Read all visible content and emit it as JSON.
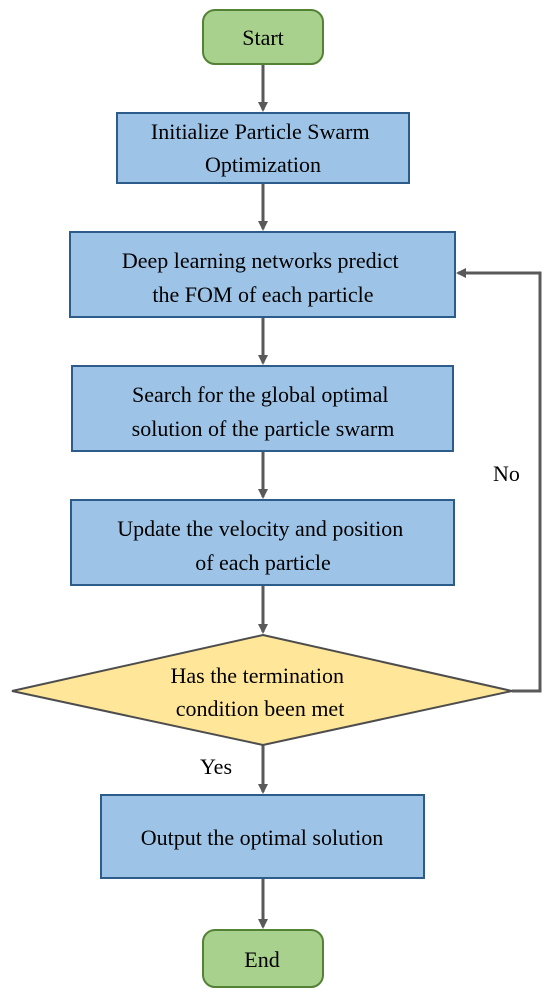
{
  "colors": {
    "terminal_fill": "#A9D18E",
    "terminal_stroke": "#548235",
    "process_fill": "#9DC3E6",
    "process_stroke": "#2E5C8A",
    "decision_fill": "#FFE699",
    "decision_stroke": "#4D4D4D",
    "connector": "#595959"
  },
  "nodes": {
    "start": {
      "lines": [
        "Start"
      ]
    },
    "init": {
      "lines": [
        "Initialize Particle Swarm",
        "Optimization"
      ]
    },
    "predict": {
      "lines": [
        "Deep learning networks predict",
        "the FOM of each particle"
      ]
    },
    "search": {
      "lines": [
        "Search for the global optimal",
        "solution of the particle swarm"
      ]
    },
    "update": {
      "lines": [
        "Update the velocity and position",
        "of each particle"
      ]
    },
    "decision": {
      "lines": [
        "Has the termination",
        "condition been met"
      ]
    },
    "output": {
      "lines": [
        "Output the optimal solution"
      ]
    },
    "end": {
      "lines": [
        "End"
      ]
    }
  },
  "edge_labels": {
    "no": "No",
    "yes": "Yes"
  }
}
